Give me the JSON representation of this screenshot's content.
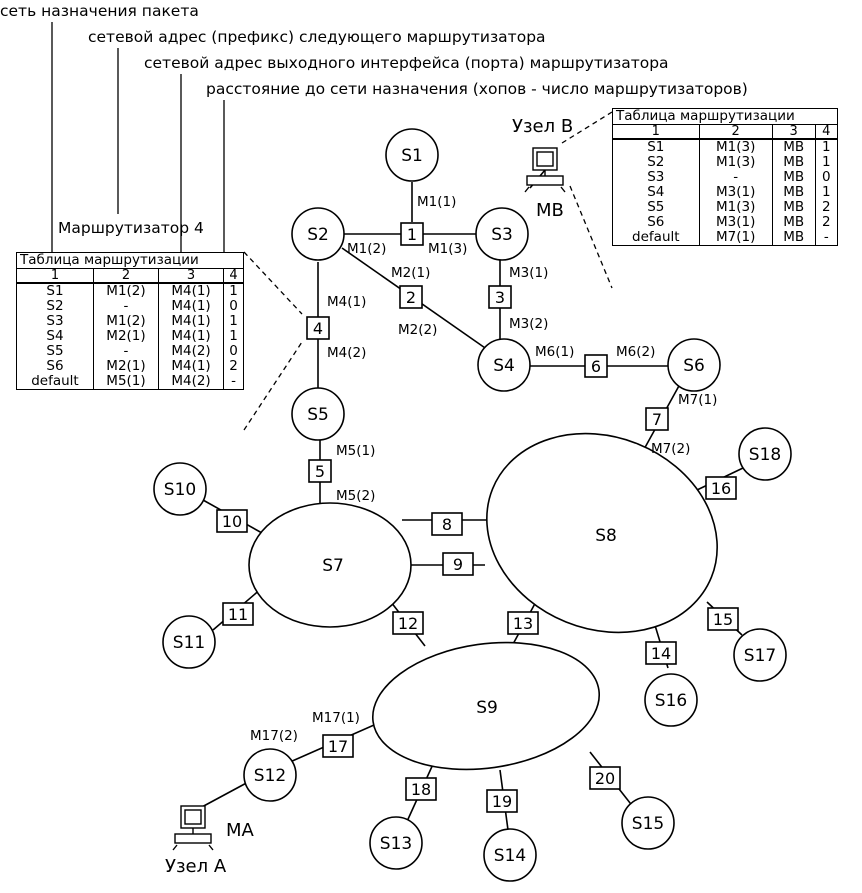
{
  "legend": {
    "line1": "сеть назначения пакета",
    "line2": "сетевой адрес (префикс) следующего маршрутизатора",
    "line3": "сетевой адрес выходного интерфейса (порта) маршрутизатора",
    "line4": "расстояние до сети назначения (хопов - число маршрутизаторов)"
  },
  "router4_title": "Маршрутизатор 4",
  "hosts": {
    "b_label": "Узел B",
    "b_port": "MB",
    "a_label": "Узел A",
    "a_port": "MA"
  },
  "networks": {
    "s1": "S1",
    "s2": "S2",
    "s3": "S3",
    "s4": "S4",
    "s5": "S5",
    "s6": "S6",
    "s7": "S7",
    "s8": "S8",
    "s9": "S9",
    "s10": "S10",
    "s11": "S11",
    "s12": "S12",
    "s13": "S13",
    "s14": "S14",
    "s15": "S15",
    "s16": "S16",
    "s17": "S17",
    "s18": "S18"
  },
  "routers": {
    "r1": "1",
    "r2": "2",
    "r3": "3",
    "r4": "4",
    "r5": "5",
    "r6": "6",
    "r7": "7",
    "r8": "8",
    "r9": "9",
    "r10": "10",
    "r11": "11",
    "r12": "12",
    "r13": "13",
    "r14": "14",
    "r15": "15",
    "r16": "16",
    "r17": "17",
    "r18": "18",
    "r19": "19",
    "r20": "20"
  },
  "ports": {
    "m1_1": "M1(1)",
    "m1_2": "M1(2)",
    "m1_3": "M1(3)",
    "m2_1": "M2(1)",
    "m2_2": "M2(2)",
    "m3_1": "M3(1)",
    "m3_2": "M3(2)",
    "m4_1": "M4(1)",
    "m4_2": "M4(2)",
    "m5_1": "M5(1)",
    "m5_2": "M5(2)",
    "m6_1": "M6(1)",
    "m6_2": "M6(2)",
    "m7_1": "M7(1)",
    "m7_2": "M7(2)",
    "m17_1": "M17(1)",
    "m17_2": "M17(2)"
  },
  "table_b": {
    "title": "Таблица маршрутизации",
    "headers": [
      "1",
      "2",
      "3",
      "4"
    ],
    "rows": [
      [
        "S1",
        "M1(3)",
        "MB",
        "1"
      ],
      [
        "S2",
        "M1(3)",
        "MB",
        "1"
      ],
      [
        "S3",
        "-",
        "MB",
        "0"
      ],
      [
        "S4",
        "M3(1)",
        "MB",
        "1"
      ],
      [
        "S5",
        "M1(3)",
        "MB",
        "2"
      ],
      [
        "S6",
        "M3(1)",
        "MB",
        "2"
      ],
      [
        "default",
        "M7(1)",
        "MB",
        "-"
      ]
    ]
  },
  "table_r4": {
    "title": "Таблица маршрутизации",
    "headers": [
      "1",
      "2",
      "3",
      "4"
    ],
    "rows": [
      [
        "S1",
        "M1(2)",
        "M4(1)",
        "1"
      ],
      [
        "S2",
        "-",
        "M4(1)",
        "0"
      ],
      [
        "S3",
        "M1(2)",
        "M4(1)",
        "1"
      ],
      [
        "S4",
        "M2(1)",
        "M4(1)",
        "1"
      ],
      [
        "S5",
        "-",
        "M4(2)",
        "0"
      ],
      [
        "S6",
        "M2(1)",
        "M4(1)",
        "2"
      ],
      [
        "default",
        "M5(1)",
        "M4(2)",
        "-"
      ]
    ]
  }
}
